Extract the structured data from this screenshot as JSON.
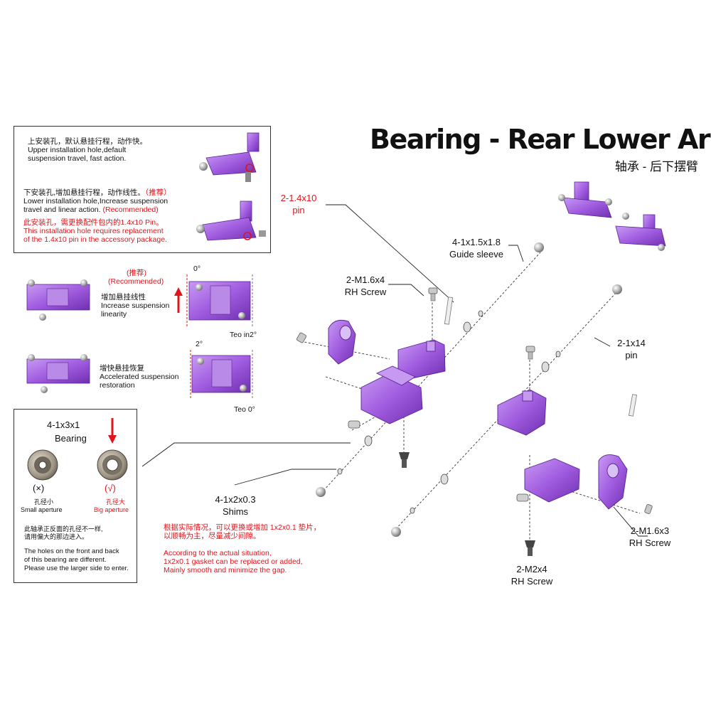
{
  "header": {
    "title": "Bearing - Rear Lower Arm",
    "subtitle": "轴承 - 后下摆臂"
  },
  "install_box": {
    "upper_zh": "上安装孔，默认悬挂行程，动作快。",
    "upper_en_1": "Upper installation hole,default",
    "upper_en_2": "suspension travel, fast action.",
    "lower_zh": "下安装孔,增加悬挂行程，动作线性。",
    "lower_zh_rec": "（推荐）",
    "lower_en_1": "Lower installation hole,Increase suspension",
    "lower_en_2": "travel and linear action.",
    "lower_en_rec": "(Recommended)",
    "note_zh": "此安装孔，需更换配件包内的1.4x10 Pin。",
    "note_en_1": "This installation hole requires replacement",
    "note_en_2": "of the 1.4x10 pin in the accessory package."
  },
  "toe_section": {
    "rec_zh": "(推荐)",
    "rec_en": "(Recommended)",
    "angle_0": "0°",
    "linearity_zh": "增加悬挂线性",
    "linearity_en_1": "Increase suspension",
    "linearity_en_2": "linearity",
    "toe_in2": "Teo in2°",
    "angle_2": "2°",
    "restore_zh": "增快悬挂恢复",
    "restore_en_1": "Accelerated suspension",
    "restore_en_2": "restoration",
    "toe_0": "Teo 0°"
  },
  "bearing_box": {
    "title_1": "4-1x3x1",
    "title_2": "Bearing",
    "wrong_mark": "(×)",
    "right_mark": "(√)",
    "small_zh": "孔径小",
    "small_en": "Small aperture",
    "big_zh": "孔径大",
    "big_en": "Big aperture",
    "note_zh_1": "此轴承正反面的孔径不一样,",
    "note_zh_2": "请用偏大的那边进入。",
    "note_en_1": "The holes on the front and back",
    "note_en_2": "of this bearing are different.",
    "note_en_3": "Please use the larger side to enter."
  },
  "shim_note": {
    "zh_1": "根据实际情况，可以更换或增加 1x2x0.1 垫片，",
    "zh_2": "以顺畅为主，尽量减少间隙。",
    "en_1": "According to the actual situation,",
    "en_2": "1x2x0.1 gasket can be replaced or added,",
    "en_3": "Mainly smooth and minimize the gap."
  },
  "callouts": {
    "pin_1_4": {
      "line1": "2-1.4x10",
      "line2": "pin"
    },
    "guide_sleeve": {
      "line1": "4-1x1.5x1.8",
      "line2": "Guide sleeve"
    },
    "screw_m16x4": {
      "line1": "2-M1.6x4",
      "line2": "RH Screw"
    },
    "pin_1x14": {
      "line1": "2-1x14",
      "line2": "pin"
    },
    "shims": {
      "line1": "4-1x2x0.3",
      "line2": "Shims"
    },
    "screw_m16x3": {
      "line1": "2-M1.6x3",
      "line2": "RH Screw"
    },
    "screw_m2x4": {
      "line1": "2-M2x4",
      "line2": "RH Screw"
    }
  },
  "colors": {
    "part_purple": "#a15ce0",
    "part_purple_dark": "#6f2fb0",
    "accent_red": "#e0141b",
    "metal_gray": "#9a9a9a"
  }
}
